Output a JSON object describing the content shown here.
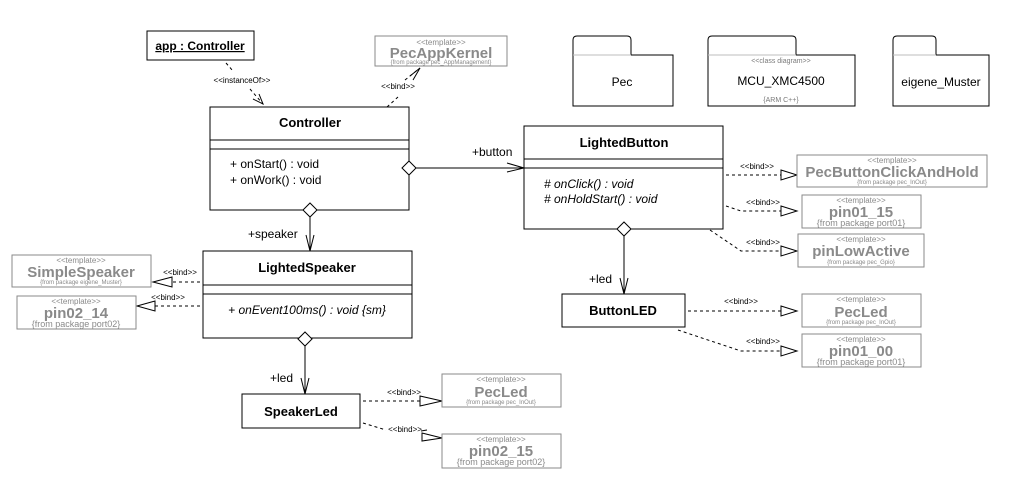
{
  "diagram": {
    "object": {
      "label": "app : Controller"
    },
    "instance_of_label": "<<instanceOf>>",
    "bind_label": "<<bind>>",
    "template_stereotype": "<<template>>",
    "packages": [
      {
        "name": "Pec",
        "stereotype": "",
        "note": ""
      },
      {
        "name": "MCU_XMC4500",
        "stereotype": "<<class diagram>>",
        "note": "{ARM C++}"
      },
      {
        "name": "eigene_Muster",
        "stereotype": "",
        "note": ""
      }
    ],
    "classes": {
      "controller": {
        "name": "Controller",
        "operations": [
          "+ onStart() : void",
          "+ onWork() : void"
        ]
      },
      "lighted_button": {
        "name": "LightedButton",
        "operations": [
          "# onClick() : void",
          "# onHoldStart() : void"
        ]
      },
      "lighted_speaker": {
        "name": "LightedSpeaker",
        "operations": [
          "+ onEvent100ms() : void {sm}"
        ]
      },
      "button_led": {
        "name": "ButtonLED"
      },
      "speaker_led": {
        "name": "SpeakerLed"
      }
    },
    "roles": {
      "button": "+button",
      "speaker": "+speaker",
      "button_led": "+led",
      "speaker_led": "+led"
    },
    "templates": {
      "pec_app_kernel": {
        "name": "PecAppKernel",
        "from": "{from package pec_AppManagement}"
      },
      "pec_button_click_and_hold": {
        "name": "PecButtonClickAndHold",
        "from": "{from package pec_InOut}"
      },
      "pin01_15": {
        "name": "pin01_15",
        "from": "{from package port01}"
      },
      "pin_low_active": {
        "name": "pinLowActive",
        "from": "{from package pec_Gpio}"
      },
      "simple_speaker": {
        "name": "SimpleSpeaker",
        "from": "{from package eigene_Muster}"
      },
      "pin02_14": {
        "name": "pin02_14",
        "from": "{from package port02}"
      },
      "pec_led_button": {
        "name": "PecLed",
        "from": "{from package pec_InOut}"
      },
      "pin01_00": {
        "name": "pin01_00",
        "from": "{from package port01}"
      },
      "pec_led_speaker": {
        "name": "PecLed",
        "from": "{from package pec_InOut}"
      },
      "pin02_15": {
        "name": "pin02_15",
        "from": "{from package port02}"
      }
    }
  }
}
